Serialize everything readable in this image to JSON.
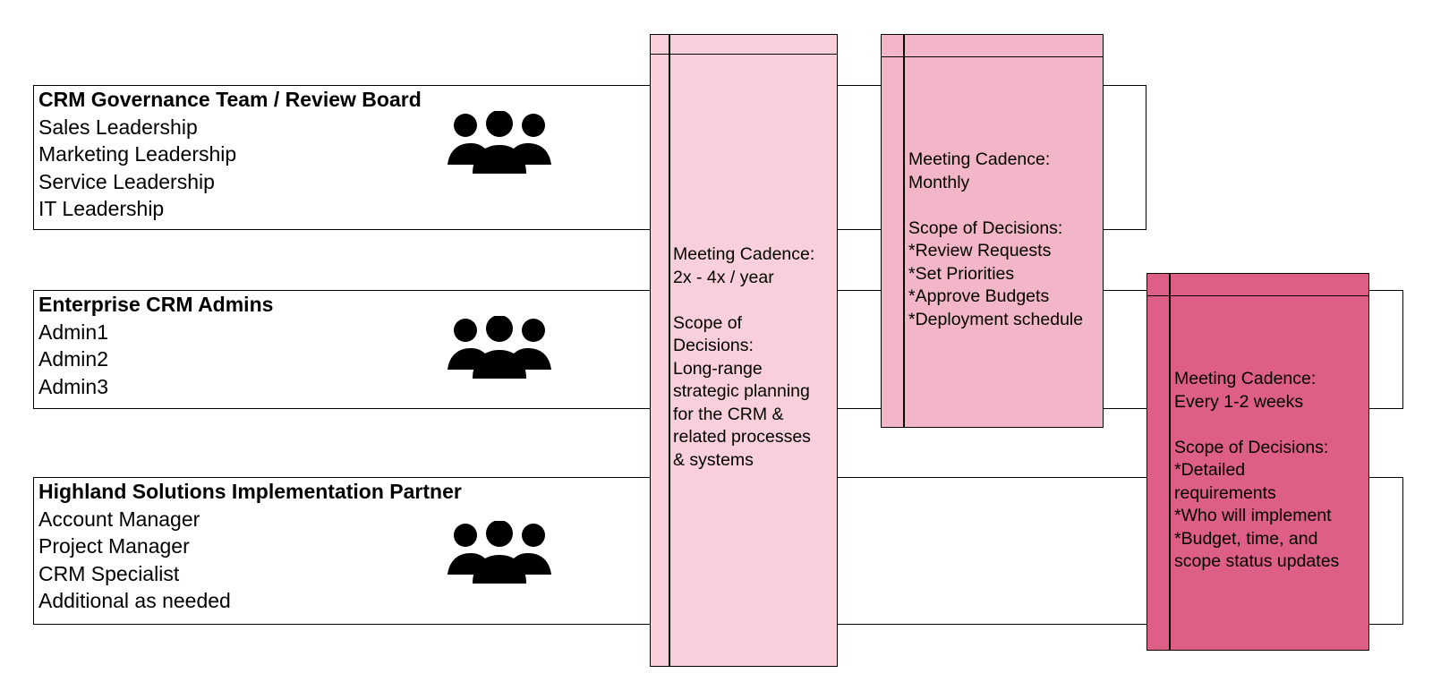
{
  "colors": {
    "strategic_fill": "#f8cfdb",
    "monthly_fill": "#f3b5c8",
    "weekly_fill": "#de5f85",
    "border": "#000000"
  },
  "groups": [
    {
      "title": "CRM Governance Team / Review Board",
      "members": [
        "Sales Leadership",
        "Marketing Leadership",
        "Service Leadership",
        "IT Leadership"
      ],
      "icon": "people-group-icon"
    },
    {
      "title": "Enterprise CRM Admins",
      "members": [
        "Admin1",
        "Admin2",
        "Admin3"
      ],
      "icon": "people-group-icon"
    },
    {
      "title": "Highland Solutions Implementation Partner",
      "members": [
        "Account Manager",
        "Project Manager",
        "CRM Specialist",
        "Additional as needed"
      ],
      "icon": "people-group-icon"
    }
  ],
  "cadences": [
    {
      "cadence_label": "Meeting Cadence:",
      "cadence_value": "2x - 4x / year",
      "scope_label_lines": [
        "Scope of",
        "Decisions:"
      ],
      "scope_items": [
        "Long-range",
        "strategic planning",
        "for the CRM &",
        "related processes",
        "& systems"
      ]
    },
    {
      "cadence_label": "Meeting Cadence:",
      "cadence_value": "Monthly",
      "scope_label_lines": [
        "Scope of Decisions:"
      ],
      "scope_items": [
        "*Review Requests",
        "*Set Priorities",
        "*Approve Budgets",
        "*Deployment schedule"
      ]
    },
    {
      "cadence_label": "Meeting Cadence:",
      "cadence_value": "Every 1-2 weeks",
      "scope_label_lines": [
        "Scope of Decisions:"
      ],
      "scope_items": [
        "*Detailed",
        "requirements",
        "*Who will implement",
        "*Budget, time, and",
        "scope status updates"
      ]
    }
  ]
}
